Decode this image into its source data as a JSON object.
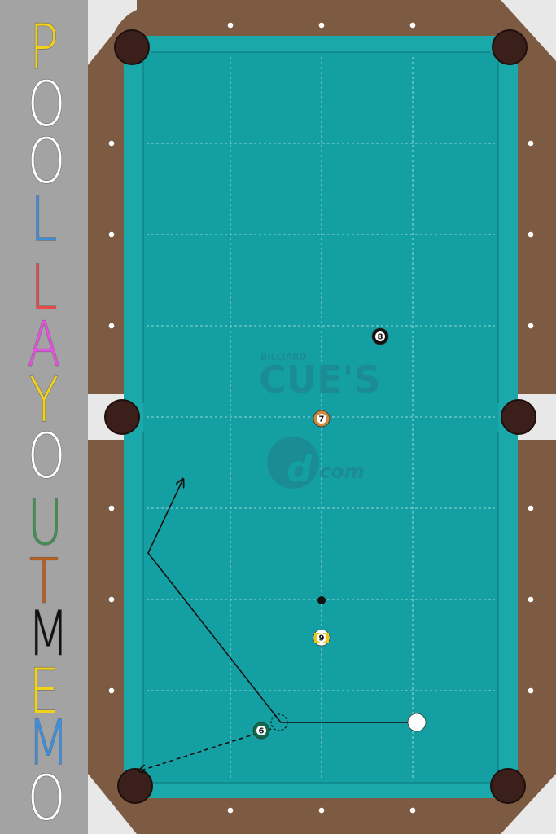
{
  "app": {
    "title_letters": [
      {
        "char": "P",
        "color": "#f2d11c"
      },
      {
        "char": "O",
        "color": "#ffffff"
      },
      {
        "char": "O",
        "color": "#ffffff"
      },
      {
        "char": "L",
        "color": "#3b8fe3"
      },
      {
        "char": "L",
        "color": "#e84a4a"
      },
      {
        "char": "A",
        "color": "#e64fe0"
      },
      {
        "char": "Y",
        "color": "#f2d11c"
      },
      {
        "char": "O",
        "color": "#ffffff"
      },
      {
        "char": "U",
        "color": "#3f8f50"
      },
      {
        "char": "T",
        "color": "#b85f1d"
      },
      {
        "char": "M",
        "color": "#111111"
      },
      {
        "char": "E",
        "color": "#f2d11c"
      },
      {
        "char": "M",
        "color": "#3b8fe3"
      },
      {
        "char": "O",
        "color": "#ffffff"
      }
    ]
  },
  "watermark": {
    "brand_small": "BILLIARD",
    "brand_big": "CUE'S",
    "domain": "com"
  },
  "balls": [
    {
      "number": "8",
      "kind": "eight",
      "color": "#111111"
    },
    {
      "number": "7",
      "kind": "solid",
      "color": "#d08a3a"
    },
    {
      "number": "9",
      "kind": "stripe",
      "color": "#e9c718"
    },
    {
      "number": "6",
      "kind": "solid",
      "color": "#0d6b4b"
    },
    {
      "number": "",
      "kind": "cue",
      "color": "#ffffff"
    }
  ],
  "colors": {
    "felt": "#14a0a3",
    "rail": "#1aa8ab",
    "wood": "#7d5a42",
    "corner": "#e8e8e8",
    "pocket": "#3a1f1a",
    "sidebar": "#a3a3a3"
  }
}
